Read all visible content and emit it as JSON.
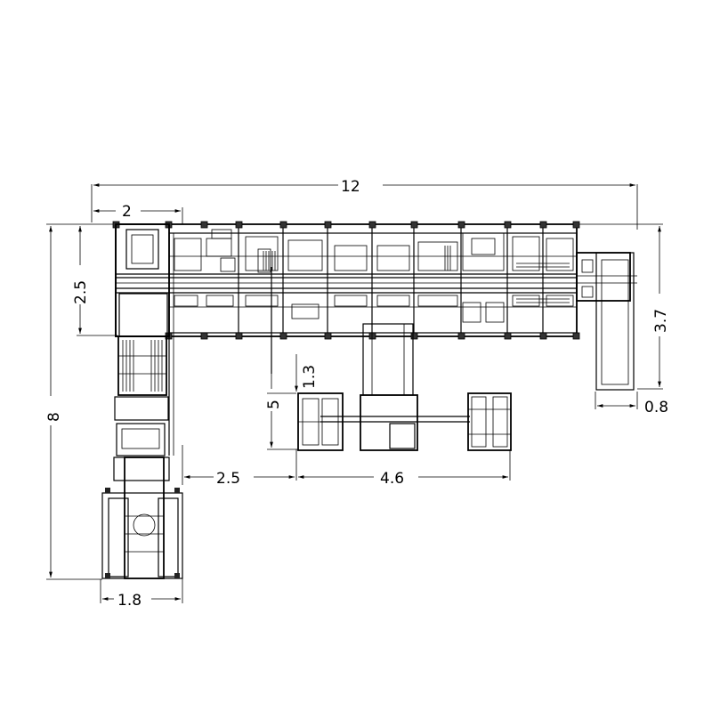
{
  "dimensions": {
    "overall_width": "12",
    "head_width": "2",
    "head_depth": "2.5",
    "right_module_depth": "3.7",
    "right_module_offset": "0.8",
    "overall_height": "8",
    "island_offset": "1.3",
    "island_height": "5",
    "aisle_gap": "2.5",
    "island_width": "4.6",
    "feeder_width": "1.8"
  },
  "colors": {
    "line": "#000000",
    "background": "#ffffff"
  }
}
